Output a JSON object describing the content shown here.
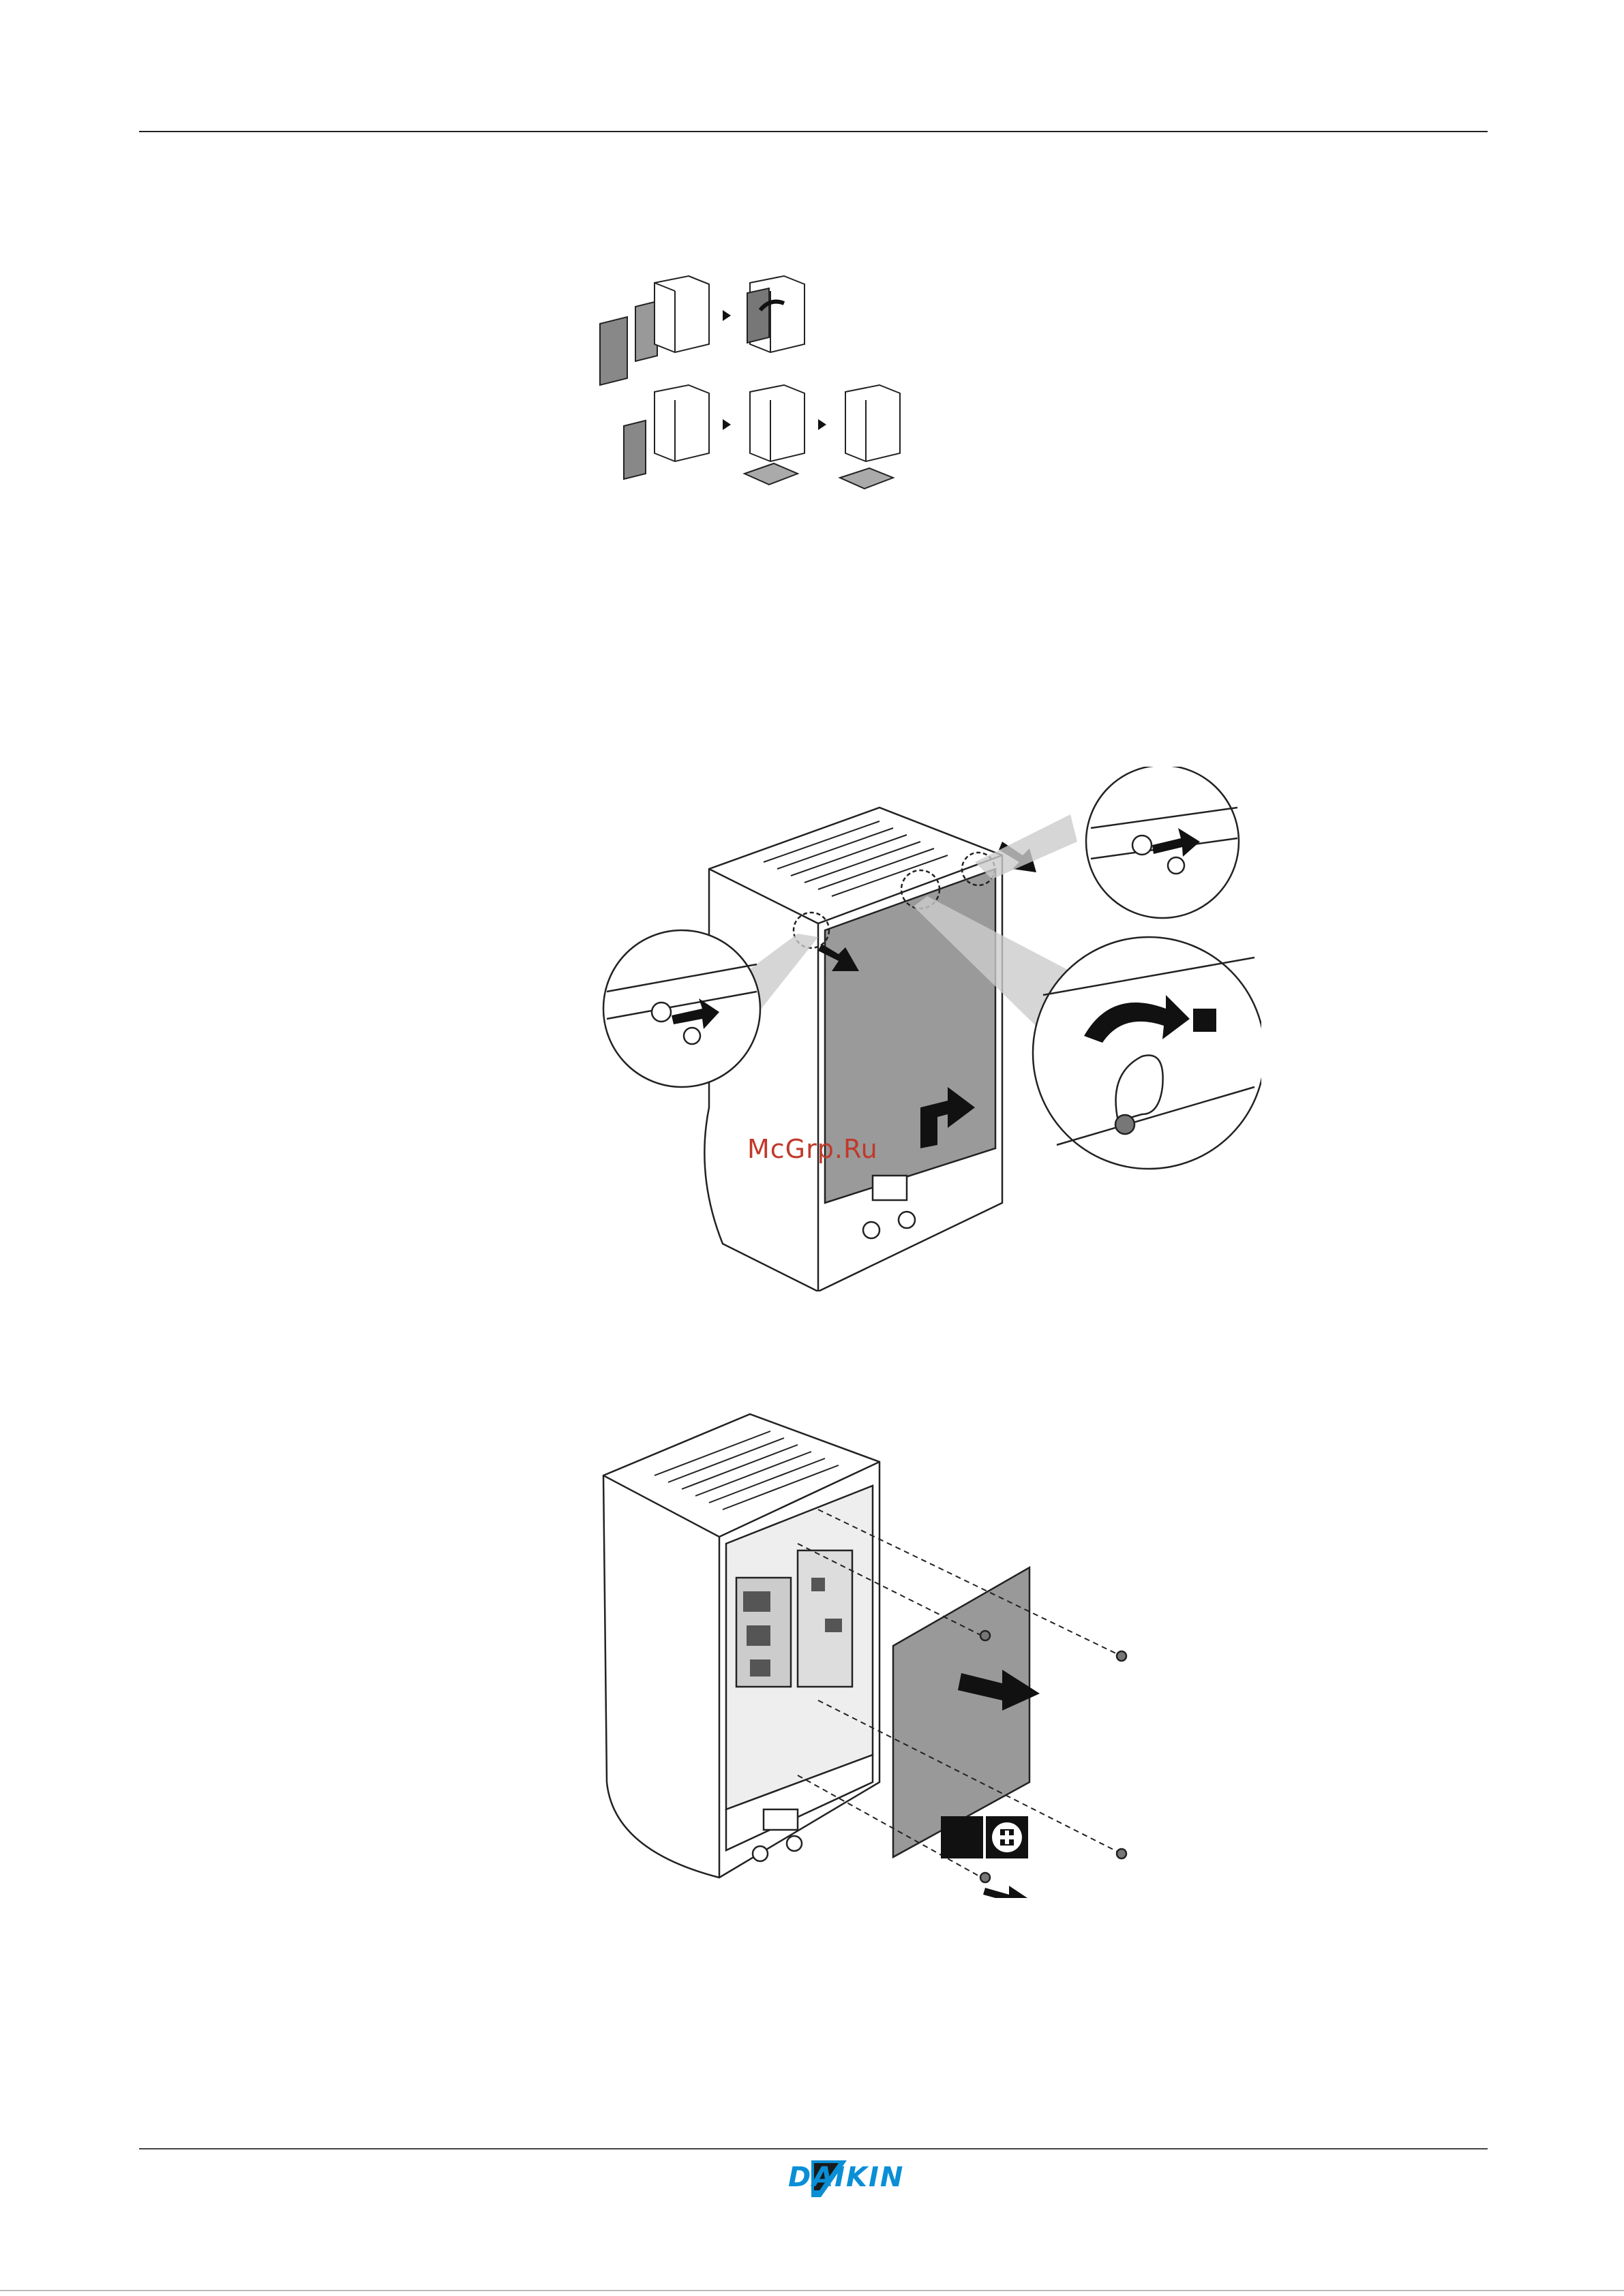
{
  "watermark": "McGrp.Ru",
  "brand": {
    "name": "DAIKIN",
    "color": "#0a8fd6"
  },
  "figures": [
    {
      "id": "removal-sequence-overview",
      "icons": [
        "panel-icon",
        "unit-icon",
        "arrow-right-icon",
        "curved-arrow-icon"
      ]
    },
    {
      "id": "front-panel-removal",
      "icons": [
        "screw-icon",
        "push-arrow-icon",
        "rotate-arrow-icon",
        "hand-icon"
      ]
    },
    {
      "id": "switch-box-cover-removal",
      "icons": [
        "screw-icon",
        "phillips-screwdriver-icon",
        "pull-arrow-icon"
      ]
    }
  ]
}
